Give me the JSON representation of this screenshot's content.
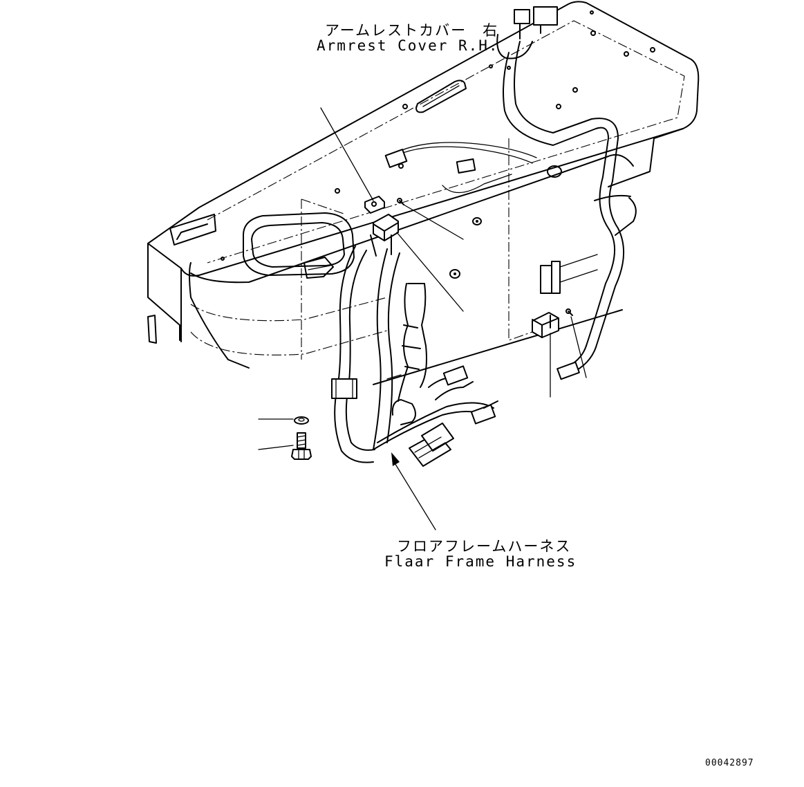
{
  "labels": {
    "armrest_cover_jp": "アームレストカバー　右",
    "armrest_cover_en": "Armrest Cover R.H.",
    "floor_frame_harness_jp": "フロアフレームハーネス",
    "floor_frame_harness_en": "Flaar Frame Harness",
    "drawing_number": "00042897"
  }
}
